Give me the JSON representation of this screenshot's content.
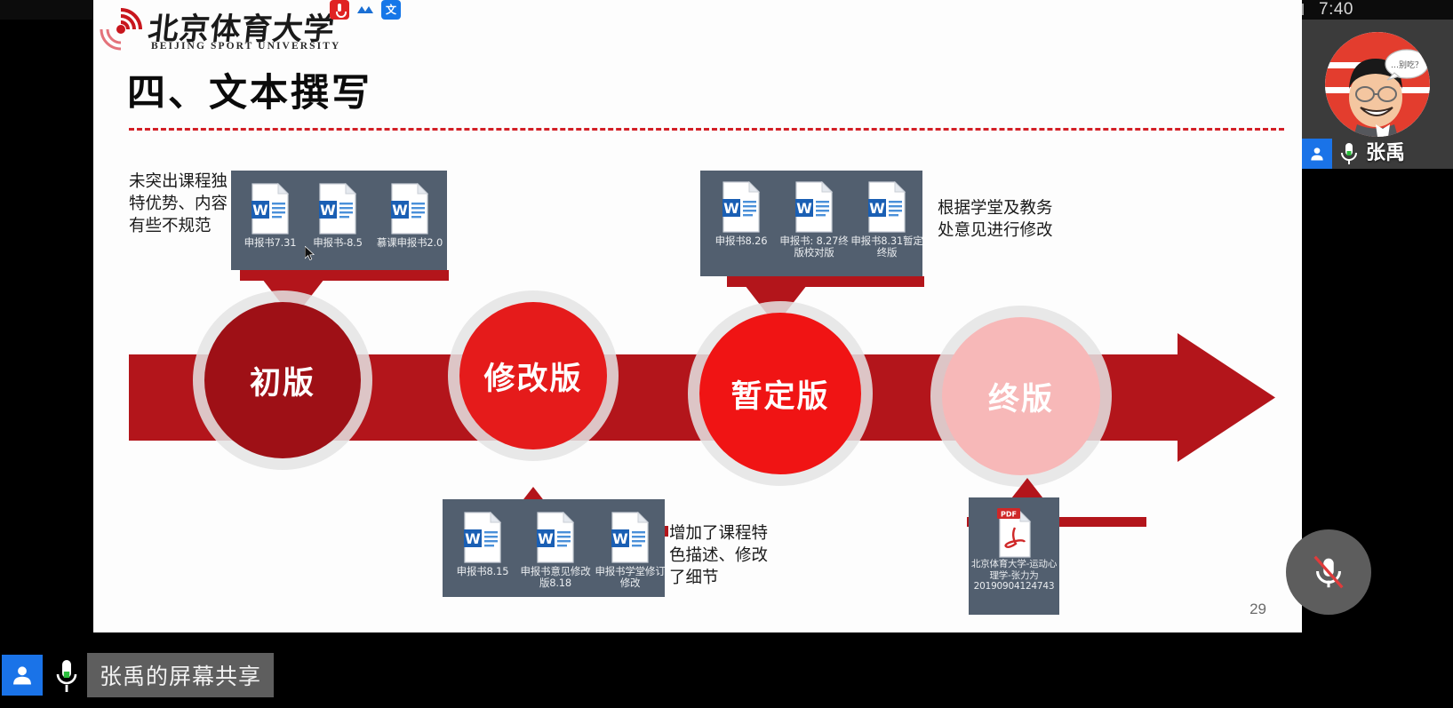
{
  "meeting": {
    "timer": "7:40",
    "share_label": "张禹的屏幕共享",
    "participant_name": "张禹",
    "mic_icon": "microphone-icon",
    "user_icon": "person-icon",
    "mic_fab_icon": "microphone-muted-icon"
  },
  "slide": {
    "org_cn": "北京体育大学",
    "org_en": "BEIJING SPORT UNIVERSITY",
    "badge_logo": "university-seal-icon",
    "badge_red": "location-pin-icon",
    "badge_wave": "wave-icon",
    "badge_blue": "文",
    "title": "四、文本撰写",
    "page_number": "29",
    "annotations": {
      "left": "未突出课程独\n特优势、内容\n有些不规范",
      "right": "根据学堂及教务\n处意见进行修改",
      "bottom_left": "增加了课程特\n色描述、修改\n了细节"
    },
    "stages": [
      {
        "label": "初版",
        "color": "#9e1016"
      },
      {
        "label": "修改版",
        "color": "#e51b1b"
      },
      {
        "label": "暂定版",
        "color": "#f01414"
      },
      {
        "label": "终版",
        "color": "#f7b8b8"
      }
    ],
    "doc_groups": [
      {
        "id": "group-first-draft",
        "icon": "word-document-icon",
        "docs": [
          {
            "label": "申报书7.31"
          },
          {
            "label": "申报书-8.5"
          },
          {
            "label": "慕课申报书2.0"
          }
        ]
      },
      {
        "id": "group-provisional",
        "icon": "word-document-icon",
        "docs": [
          {
            "label": "申报书8.26"
          },
          {
            "label": "申报书: 8.27终版校对版"
          },
          {
            "label": "申报书8.31暂定终版"
          }
        ]
      },
      {
        "id": "group-revised",
        "icon": "word-document-icon",
        "docs": [
          {
            "label": "申报书8.15"
          },
          {
            "label": "申报书意见修改版8.18"
          },
          {
            "label": "申报书学堂修订修改"
          }
        ]
      },
      {
        "id": "group-final",
        "icon": "pdf-document-icon",
        "docs": [
          {
            "label": "北京体育大学-运动心理学-张力为20190904124743"
          }
        ]
      }
    ]
  }
}
